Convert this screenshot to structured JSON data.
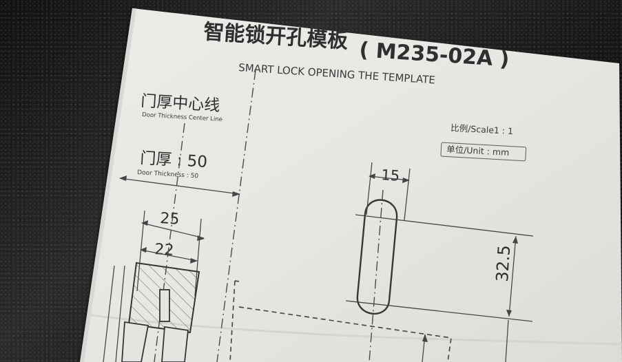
{
  "template": {
    "title_cn": "智能锁开孔模板",
    "model": "( M235-02A )",
    "subtitle": "SMART LOCK OPENING THE TEMPLATE",
    "scale": "比例/Scale1 : 1",
    "unit": "单位/Unit : mm",
    "center_line_cn": "门厚中心线",
    "center_line_en": "Door Thickness Center Line",
    "thickness_cn": "门厚 : 50",
    "thickness_en": "Door Thickness : 50",
    "dim_25": "25",
    "dim_22": "22",
    "dim_15": "15",
    "dim_325": "32.5"
  }
}
